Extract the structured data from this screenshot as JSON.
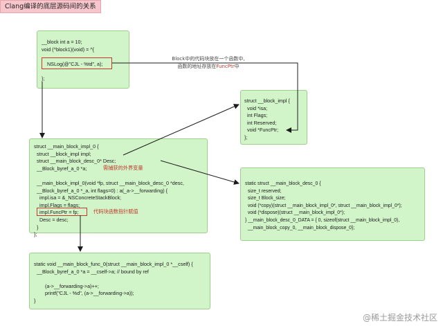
{
  "header": {
    "title": "Clang编译的底层源码间的关系"
  },
  "boxes": {
    "block_def": [
      "__block int a = 10;",
      "void (^block1)(void) = ^{",
      "",
      "    NSLog(@\"CJL - %td\", a);",
      "",
      "};"
    ],
    "block_impl": [
      "struct __block_impl {",
      "  void *isa;",
      "  int Flags;",
      "  int Reserved;",
      "  void *FuncPtr;",
      "};"
    ],
    "main_block_impl": {
      "lines_top": [
        "struct __main_block_impl_0 {",
        "  struct __block_impl impl;",
        "  struct __main_block_desc_0* Desc;",
        "  __Block_byref_a_0 *a;"
      ],
      "a_note": "需捕获的外界变量",
      "lines_mid": [
        "",
        "  __main_block_impl_0(void *fp, struct __main_block_desc_0 *desc,",
        "  __Block_byref_a_0 *_a, int flags=0) : a(_a->__forwarding) {",
        "    impl.isa = &_NSConcreteStackBlock;",
        "    impl.Flags = flags;"
      ],
      "funcptr_line": "    impl.FuncPtr = fp;",
      "funcptr_note": "代码块函数指针赋值",
      "lines_bottom": [
        "    Desc = desc;",
        "  }",
        "};"
      ]
    },
    "block_desc": [
      "static struct __main_block_desc_0 {",
      "  size_t reserved;",
      "  size_t Block_size;",
      "  void (*copy)(struct __main_block_impl_0*, struct __main_block_impl_0*);",
      "  void (*dispose)(struct __main_block_impl_0*);",
      "} __main_block_desc_0_DATA = { 0, sizeof(struct __main_block_impl_0),",
      "  __main_block_copy_0, __main_block_dispose_0};"
    ],
    "block_func": [
      "static void __main_block_func_0(struct __main_block_impl_0 *__cself) {",
      "  __Block_byref_a_0 *a = __cself->a; // bound by ref",
      "",
      "        (a->__forwarding->a)++;",
      "        printf(\"CJL - %d\", (a->__forwarding->a));",
      "}"
    ]
  },
  "callout": {
    "line1": "Block中的代码块放在一个函数中,",
    "line2_prefix": "函数的地址存放在",
    "line2_red": "FuncPtr",
    "line2_suffix": "中"
  },
  "watermark": "@稀土掘金技术社区",
  "colors": {
    "box_fill": "#d1f4c9",
    "box_border": "#9ccf8e",
    "highlight": "#c0392b",
    "title_bg": "#f7c6cc"
  }
}
